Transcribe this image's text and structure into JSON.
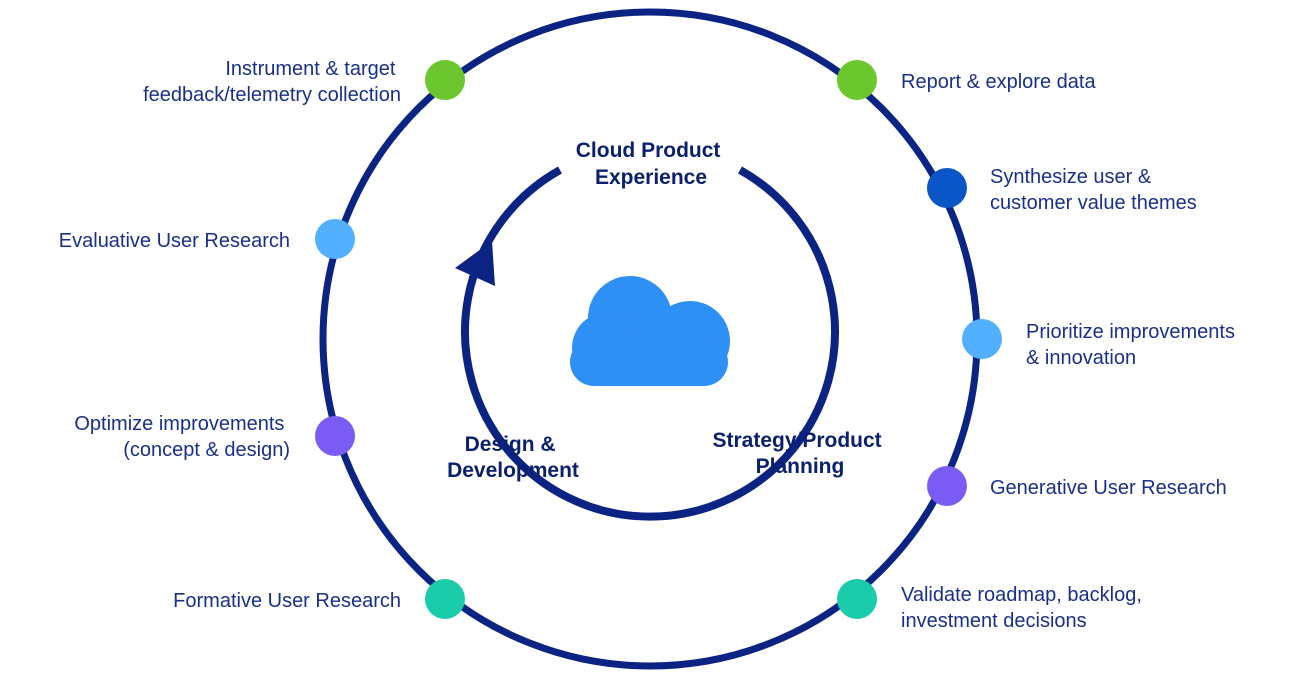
{
  "diagram": {
    "center": {
      "top_label": [
        "Cloud Product",
        "Experience"
      ],
      "left_label": [
        "Design &",
        "Development"
      ],
      "right_label": [
        "Strategy/Product",
        "Planning"
      ],
      "icon": "cloud-icon"
    },
    "stages": [
      {
        "id": "instrument",
        "lines": [
          "Instrument & target",
          "feedback/telemetry collection"
        ],
        "color": "#6cc62d"
      },
      {
        "id": "report",
        "lines": [
          "Report & explore data"
        ],
        "color": "#6cc62d"
      },
      {
        "id": "synthesize",
        "lines": [
          "Synthesize user &",
          "customer value themes"
        ],
        "color": "#0b56c6"
      },
      {
        "id": "evaluative",
        "lines": [
          "Evaluative User Research"
        ],
        "color": "#52b0ff"
      },
      {
        "id": "prioritize",
        "lines": [
          "Prioritize improvements",
          "& innovation"
        ],
        "color": "#52b0ff"
      },
      {
        "id": "optimize",
        "lines": [
          "Optimize improvements",
          "(concept & design)"
        ],
        "color": "#7a5cf5"
      },
      {
        "id": "generative",
        "lines": [
          "Generative User Research"
        ],
        "color": "#7a5cf5"
      },
      {
        "id": "formative",
        "lines": [
          "Formative User Research"
        ],
        "color": "#1bccab"
      },
      {
        "id": "validate",
        "lines": [
          "Validate roadmap, backlog,",
          "investment decisions"
        ],
        "color": "#1bccab"
      }
    ],
    "colors": {
      "ring": "#0b2383",
      "inner_ring": "#0b2383",
      "text": "#1a2f8a",
      "cloud": "#2e8ff5"
    }
  }
}
